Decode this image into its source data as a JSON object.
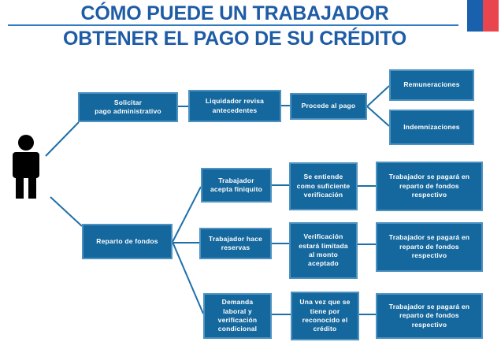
{
  "title": {
    "line1": "CÓMO PUEDE UN TRABAJADOR",
    "line2": "OBTENER EL PAGO DE SU CRÉDITO"
  },
  "flag": {
    "left_bar_color": "#1961ac",
    "right_bar_color": "#e8454f"
  },
  "colors": {
    "title_text": "#1f5ca6",
    "title_underline": "#2f7ac0",
    "node_fill": "#15689d",
    "node_border": "#4e92c1",
    "node_text": "#ffffff",
    "connector": "#1e6fa8",
    "person_icon": "#000000",
    "background": "#ffffff"
  },
  "icons": {
    "person": "worker-silhouette-icon"
  },
  "nodes": {
    "solicitar": {
      "label": "Solicitar\npago administrativo"
    },
    "liquidador": {
      "label": "Liquidador revisa\nantecedentes"
    },
    "procede": {
      "label": "Procede al pago"
    },
    "remuneraciones": {
      "label": "Remuneraciones"
    },
    "indemnizaciones": {
      "label": "Indemnizaciones"
    },
    "reparto": {
      "label": "Reparto de fondos"
    },
    "acepta": {
      "label": "Trabajador\nacepta finiquito"
    },
    "entiende": {
      "label": "Se entiende\ncomo suficiente\nverificación"
    },
    "pagara1": {
      "label": "Trabajador se pagará en\nreparto de fondos\nrespectivo"
    },
    "reservas": {
      "label": "Trabajador hace\nreservas"
    },
    "verificacion": {
      "label": "Verificación\nestará limitada\nal monto\naceptado"
    },
    "pagara2": {
      "label": "Trabajador se pagará en\nreparto de fondos\nrespectivo"
    },
    "demanda": {
      "label": "Demanda\nlaboral y\nverificación\ncondicional"
    },
    "unavez": {
      "label": "Una vez que se\ntiene por\nreconocido el\ncrédito"
    },
    "pagara3": {
      "label": "Trabajador se pagará en\nreparto de fondos\nrespectivo"
    }
  }
}
